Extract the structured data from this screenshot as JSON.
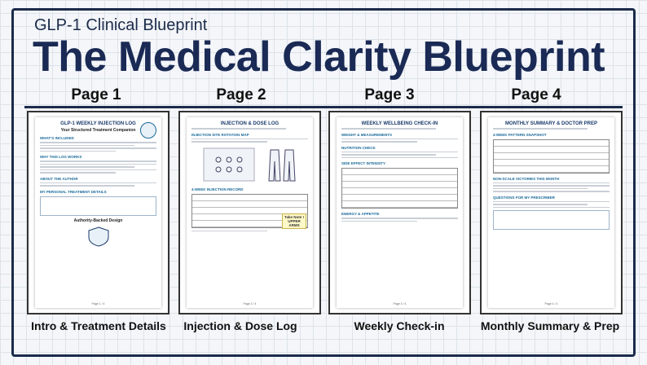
{
  "header": {
    "subtitle": "GLP-1 Clinical Blueprint",
    "title": "The Medical Clarity Blueprint"
  },
  "pages": [
    {
      "label": "Page 1",
      "caption": "Intro & Treatment Details",
      "doc_title": "GLP-1 WEEKLY INJECTION LOG",
      "doc_subtitle": "Your Structured Treatment Companion",
      "sections": [
        "WHAT'S INCLUDED",
        "WHY THIS LOG WORKS",
        "ABOUT THE AUTHOR",
        "MY PERSONAL TREATMENT DETAILS"
      ],
      "extra": "Authority-Backed Design",
      "footer": "Page 1 / 4"
    },
    {
      "label": "Page 2",
      "caption": "Injection & Dose Log",
      "doc_title": "INJECTION & DOSE LOG",
      "doc_subtitle": "",
      "sections": [
        "INJECTION SITE ROTATION MAP",
        "4-WEEK INJECTION RECORD"
      ],
      "extra": "Take Note ! UPPER ARMS",
      "footer": "Page 2 / 4"
    },
    {
      "label": "Page 3",
      "caption": "Weekly Check-in",
      "doc_title": "WEEKLY WELLBEING CHECK-IN",
      "doc_subtitle": "",
      "sections": [
        "WEIGHT & MEASUREMENTS",
        "NUTRITION CHECK",
        "SIDE EFFECT INTENSITY",
        "ENERGY & APPETITE"
      ],
      "extra": "",
      "footer": "Page 3 / 4"
    },
    {
      "label": "Page 4",
      "caption": "Monthly Summary & Prep",
      "doc_title": "MONTHLY SUMMARY & DOCTOR PREP",
      "doc_subtitle": "",
      "sections": [
        "4-WEEK PATTERN SNAPSHOT",
        "NON-SCALE VICTORIES THIS MONTH",
        "QUESTIONS FOR MY PRESCRIBER"
      ],
      "extra": "",
      "footer": "Page 4 / 4"
    }
  ],
  "colors": {
    "navy": "#1a2a55",
    "accent": "#1a6a9a"
  }
}
